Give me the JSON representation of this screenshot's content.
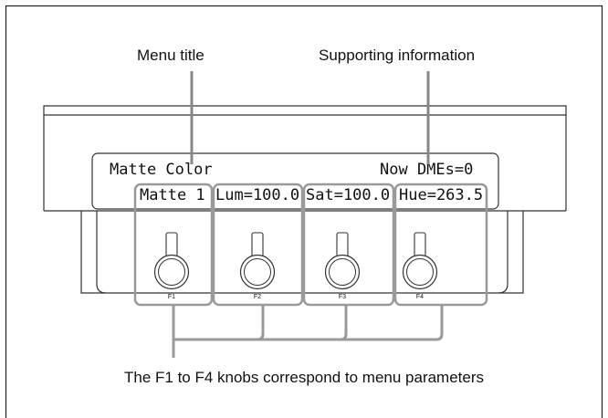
{
  "callouts": {
    "menu_title": "Menu title",
    "supporting_info": "Supporting information",
    "knobs": "The F1 to F4 knobs correspond to menu parameters"
  },
  "display": {
    "title": "Matte Color",
    "info": "Now DMEs=0",
    "params": [
      "Matte 1",
      "Lum=100.0",
      "Sat=100.0",
      "Hue=263.5"
    ]
  },
  "knobs": [
    "F1",
    "F2",
    "F3",
    "F4"
  ],
  "colors": {
    "line": "#222222",
    "bracket": "#9a9a9a",
    "panel_edge": "#333333"
  }
}
